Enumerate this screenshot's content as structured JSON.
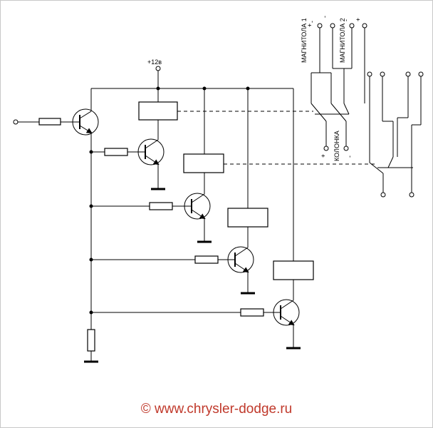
{
  "diagram": {
    "supply_label": "+12в",
    "recorder1_label": "МАГНИТОЛА 1",
    "recorder2_label": "МАГНИТОЛА 2",
    "speaker_label": "КОЛОНКА",
    "plus_sign": "+",
    "minus_sign": "-"
  },
  "footer": {
    "copyright": "© www.chrysler-dodge.ru"
  },
  "colors": {
    "copyright": "#c0392b",
    "lines": "#000000"
  }
}
